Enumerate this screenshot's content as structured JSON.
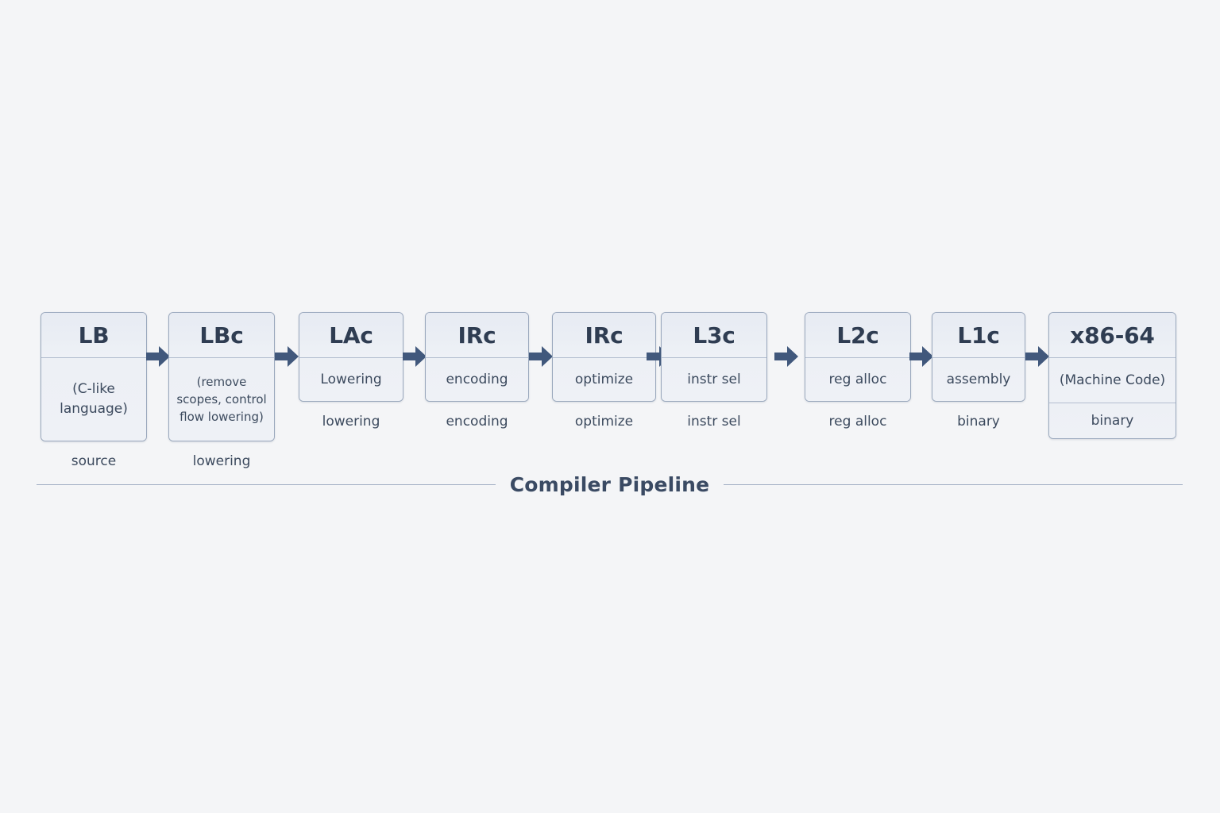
{
  "diagram": {
    "title": "Compiler Pipeline",
    "background_color": "#f4f5f7",
    "accent_color": "#41587c",
    "box_fill_color": "#eef1f6",
    "box_border_color": "#9aa8bd",
    "text_color": "#2f3d52",
    "arrow_icon": "arrow-right-icon",
    "stages": [
      {
        "id": "lb",
        "title": "LB",
        "subtitle": "(C-like language)",
        "caption": "source",
        "extra": ""
      },
      {
        "id": "lbc",
        "title": "LBc",
        "subtitle": "(remove scopes, control flow lowering)",
        "caption": "lowering",
        "extra": ""
      },
      {
        "id": "lac",
        "title": "LAc",
        "subtitle": "Lowering",
        "caption": "lowering",
        "extra": ""
      },
      {
        "id": "irc-encoding",
        "title": "IRc",
        "subtitle": "encoding",
        "caption": "encoding",
        "extra": ""
      },
      {
        "id": "irc-optimize",
        "title": "IRc",
        "subtitle": "optimize",
        "caption": "optimize",
        "extra": ""
      },
      {
        "id": "l3c",
        "title": "L3c",
        "subtitle": "instr sel",
        "caption": "instr sel",
        "extra": ""
      },
      {
        "id": "l2c",
        "title": "L2c",
        "subtitle": "reg alloc",
        "caption": "reg alloc",
        "extra": ""
      },
      {
        "id": "l1c",
        "title": "L1c",
        "subtitle": "assembly",
        "caption": "binary",
        "extra": ""
      },
      {
        "id": "x86-64",
        "title": "x86-64",
        "subtitle": "(Machine Code)",
        "caption": "",
        "extra": "binary"
      }
    ]
  }
}
